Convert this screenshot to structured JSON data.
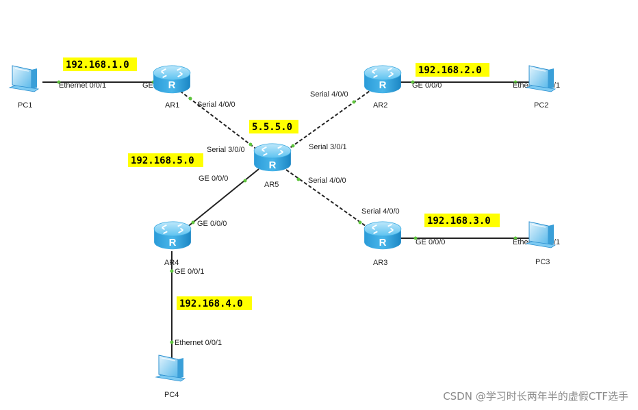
{
  "devices": {
    "pc1": "PC1",
    "pc2": "PC2",
    "pc3": "PC3",
    "pc4": "PC4",
    "ar1": "AR1",
    "ar2": "AR2",
    "ar3": "AR3",
    "ar4": "AR4",
    "ar5": "AR5"
  },
  "networks": {
    "net1": "192.168.1.0",
    "net2": "192.168.2.0",
    "net3": "192.168.3.0",
    "net4": "192.168.4.0",
    "net5": "192.168.5.0",
    "serial": "5.5.5.0"
  },
  "ports": {
    "pc1_eth": "Ethernet 0/0/1",
    "ar1_ge": "GE 0/0/0",
    "ar1_serial": "Serial 4/0/0",
    "ar5_s300": "Serial 3/0/0",
    "ar5_s301": "Serial 3/0/1",
    "ar2_serial": "Serial 4/0/0",
    "ar2_ge": "GE 0/0/0",
    "pc2_eth": "Ethernet 0/0/1",
    "ar5_ge": "GE 0/0/0",
    "ar5_s400": "Serial 4/0/0",
    "ar4_ge000": "GE 0/0/0",
    "ar3_serial": "Serial 4/0/0",
    "ar3_ge": "GE 0/0/0",
    "pc3_eth": "Ethernet 0/0/1",
    "ar4_ge001": "GE 0/0/1",
    "pc4_eth": "Ethernet 0/0/1"
  },
  "router_glyph": "R",
  "watermark": "CSDN @学习时长两年半的虚假CTF选手",
  "colors": {
    "router": "#3fb0e6",
    "router_dark": "#1b86c4",
    "highlight": "#ffff00",
    "port_dot": "#5ec43c",
    "link": "#222222"
  }
}
